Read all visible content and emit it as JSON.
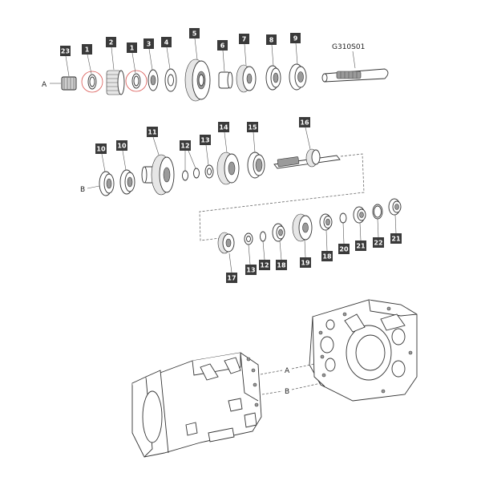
{
  "diagram": {
    "part_code": "G310S01",
    "reference_letters": [
      "A",
      "B"
    ],
    "callouts": [
      {
        "id": "c23",
        "label": "23"
      },
      {
        "id": "c1a",
        "label": "1"
      },
      {
        "id": "c2",
        "label": "2"
      },
      {
        "id": "c1b",
        "label": "1"
      },
      {
        "id": "c3",
        "label": "3"
      },
      {
        "id": "c4",
        "label": "4"
      },
      {
        "id": "c5",
        "label": "5"
      },
      {
        "id": "c6",
        "label": "6"
      },
      {
        "id": "c7",
        "label": "7"
      },
      {
        "id": "c8",
        "label": "8"
      },
      {
        "id": "c9",
        "label": "9"
      },
      {
        "id": "c10a",
        "label": "10"
      },
      {
        "id": "c10b",
        "label": "10"
      },
      {
        "id": "c11",
        "label": "11"
      },
      {
        "id": "c12a",
        "label": "12"
      },
      {
        "id": "c13a",
        "label": "13"
      },
      {
        "id": "c14",
        "label": "14"
      },
      {
        "id": "c15",
        "label": "15"
      },
      {
        "id": "c16",
        "label": "16"
      },
      {
        "id": "c17",
        "label": "17"
      },
      {
        "id": "c13b",
        "label": "13"
      },
      {
        "id": "c12b",
        "label": "12"
      },
      {
        "id": "c18a",
        "label": "18"
      },
      {
        "id": "c19",
        "label": "19"
      },
      {
        "id": "c18b",
        "label": "18"
      },
      {
        "id": "c20",
        "label": "20"
      },
      {
        "id": "c21a",
        "label": "21"
      },
      {
        "id": "c22",
        "label": "22"
      },
      {
        "id": "c21b",
        "label": "21"
      }
    ]
  },
  "colors": {
    "callout_fill": "#3a3a3a",
    "callout_text": "#ffffff",
    "line": "#333333",
    "highlight": "#d9534f"
  }
}
